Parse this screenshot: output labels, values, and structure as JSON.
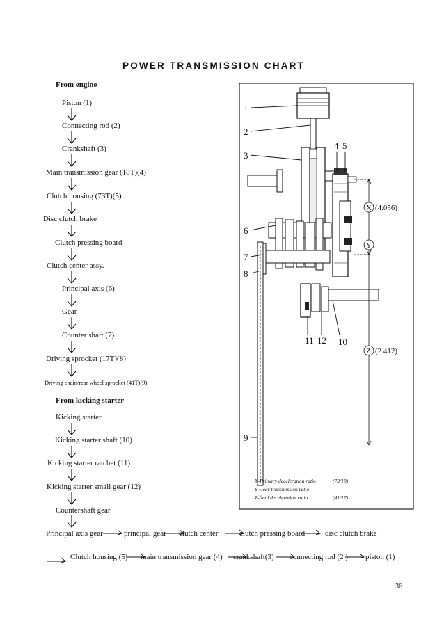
{
  "title": "POWER TRANSMISSION CHART",
  "engine_section": {
    "header": "From engine",
    "steps": [
      "Piston (1)",
      "Connecting rod (2)",
      "Crankshaft (3)",
      "Main transmission gear (18T)(4)",
      "Clutch housing (73T)(5)",
      "Disc clutch brake",
      "Clutch pressing board",
      "Clutch center assy.",
      "Principal axis (6)",
      "Gear",
      "Counter shaft (7)",
      "Driving sprocket (17T)(8)",
      "Driving chain/rear wheel sprocket (41T)(9)"
    ]
  },
  "starter_section": {
    "header": "From kicking starter",
    "steps": [
      "Kicking starter",
      "Kicking starter shaft (10)",
      "Kicking starter ratchet (11)",
      "Kicking starter small gear (12)",
      "Countershaft gear"
    ]
  },
  "bottom_row1": [
    "Principal axis gear",
    "principal gear",
    "clutch center",
    "clutch pressing board",
    "disc clutch brake"
  ],
  "bottom_row2": [
    "Clutch housing (5)",
    "main transmission gear (4)",
    "crankshaft(3)",
    "connecting rod (2 )",
    "piston (1)"
  ],
  "diagram": {
    "callouts": [
      "1",
      "2",
      "3",
      "4",
      "5",
      "6",
      "7",
      "8",
      "9",
      "10",
      "11",
      "12"
    ],
    "ratios": {
      "r1_symbol": "X",
      "r1_value": "(4.056)",
      "r2_symbol": "Y",
      "r3_symbol": "Z",
      "r3_value": "(2.412)"
    },
    "legend": [
      {
        "text": "X-Primary deceleration ratio",
        "value": "(73/18)"
      },
      {
        "text": "Y-Gear transmission ratio",
        "value": ""
      },
      {
        "text": "Z-final deceleration ratio",
        "value": "(41/17)"
      }
    ]
  },
  "page_number": "36"
}
